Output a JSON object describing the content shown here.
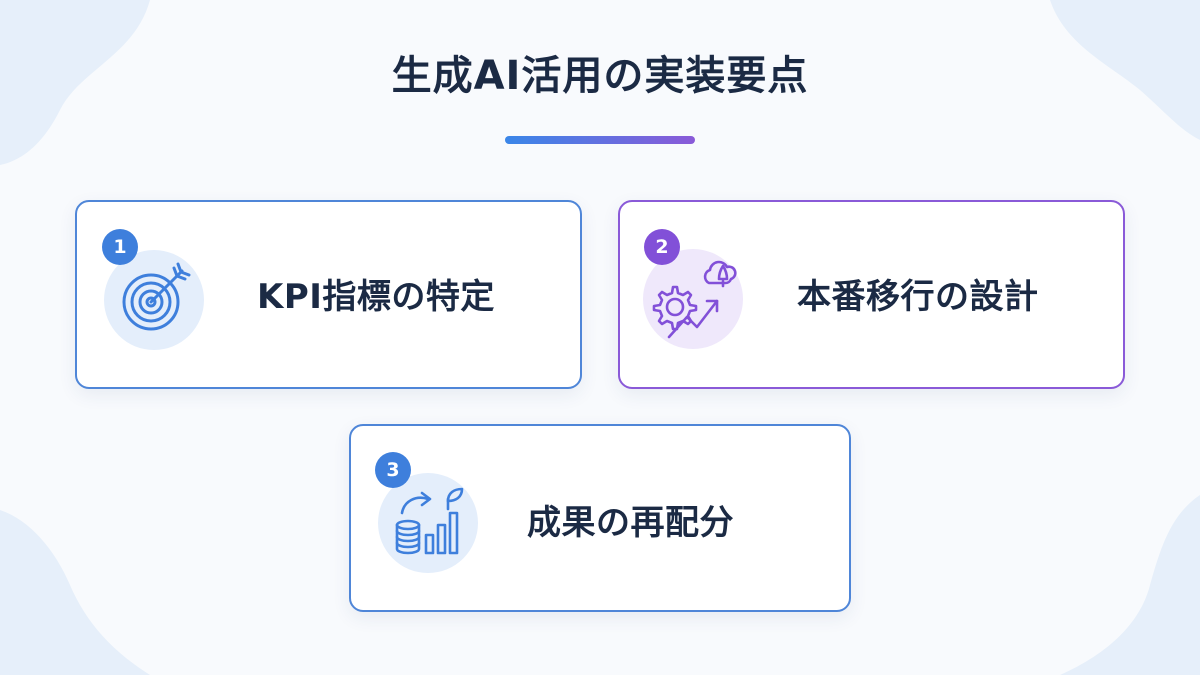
{
  "title": "生成AI活用の実装要点",
  "colors": {
    "background": "#f8fafd",
    "title_text": "#1b2a44",
    "accent_blue": "#3e7fdc",
    "accent_purple": "#8250d8",
    "card_border_blue": "#4f86d8",
    "card_border_purple": "#8a5ad8"
  },
  "cards": [
    {
      "number": "1",
      "label": "KPI指標の特定",
      "icon": "target-arrow-icon",
      "accent": "blue"
    },
    {
      "number": "2",
      "label": "本番移行の設計",
      "icon": "gear-rocket-growth-icon",
      "accent": "purple"
    },
    {
      "number": "3",
      "label": "成果の再配分",
      "icon": "coins-growth-icon",
      "accent": "blue"
    }
  ]
}
